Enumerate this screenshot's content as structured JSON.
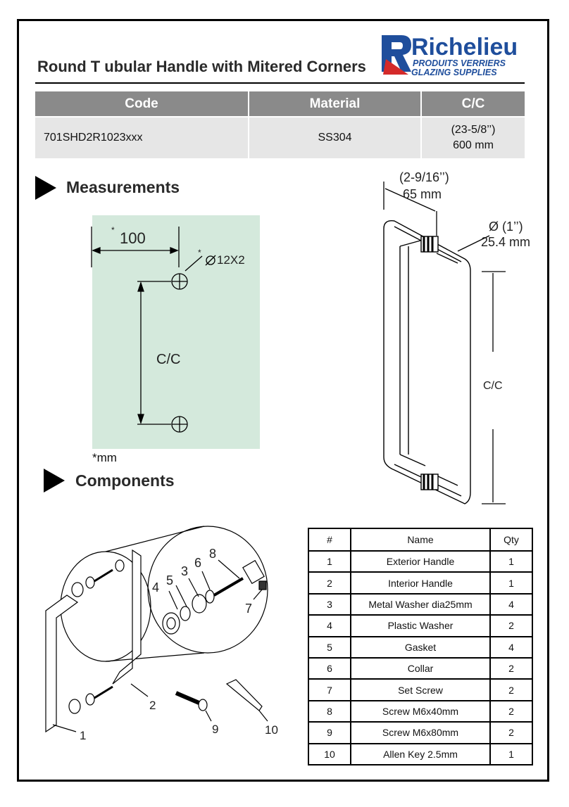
{
  "header": {
    "title": "Round T ubular Handle with Mitered Corners",
    "logo_brand": "Richelieu",
    "logo_line1": "PRODUITS VERRIERS",
    "logo_line2": "GLAZING SUPPLIES"
  },
  "spec_table": {
    "headers": [
      "Code",
      "Material",
      "C/C"
    ],
    "row": {
      "code": "701SHD2R1023xxx",
      "material": "SS304",
      "cc_imperial": "(23-5/8’’)",
      "cc_metric": "600 mm"
    }
  },
  "measurements": {
    "heading": "Measurements",
    "width_label": "100",
    "width_star": "*",
    "hole_label": "12X2",
    "hole_star": "*",
    "cc_label": "C/C",
    "mm_note": "*mm",
    "standoff_imperial": "(2-9/16’’)",
    "standoff_metric": "65 mm",
    "diameter_imperial": "Ø (1’’)",
    "diameter_metric": "25.4 mm",
    "handle_cc_label": "C/C"
  },
  "components": {
    "heading": "Components",
    "callouts": [
      "1",
      "2",
      "3",
      "4",
      "5",
      "6",
      "7",
      "8",
      "9",
      "10"
    ],
    "table_headers": [
      "#",
      "Name",
      "Qty"
    ],
    "rows": [
      {
        "num": "1",
        "name": "Exterior Handle",
        "qty": "1"
      },
      {
        "num": "2",
        "name": "Interior Handle",
        "qty": "1"
      },
      {
        "num": "3",
        "name": "Metal Washer dia25mm",
        "qty": "4"
      },
      {
        "num": "4",
        "name": "Plastic Washer",
        "qty": "2"
      },
      {
        "num": "5",
        "name": "Gasket",
        "qty": "4"
      },
      {
        "num": "6",
        "name": "Collar",
        "qty": "2"
      },
      {
        "num": "7",
        "name": "Set Screw",
        "qty": "2"
      },
      {
        "num": "8",
        "name": "Screw M6x40mm",
        "qty": "2"
      },
      {
        "num": "9",
        "name": "Screw M6x80mm",
        "qty": "2"
      },
      {
        "num": "10",
        "name": "Allen Key 2.5mm",
        "qty": "1"
      }
    ]
  },
  "colors": {
    "header_gray": "#8a8a8a",
    "row_gray": "#e6e6e6",
    "template_green": "#d4e9dc",
    "logo_blue": "#1f4e9c",
    "logo_red": "#d42a2a"
  }
}
